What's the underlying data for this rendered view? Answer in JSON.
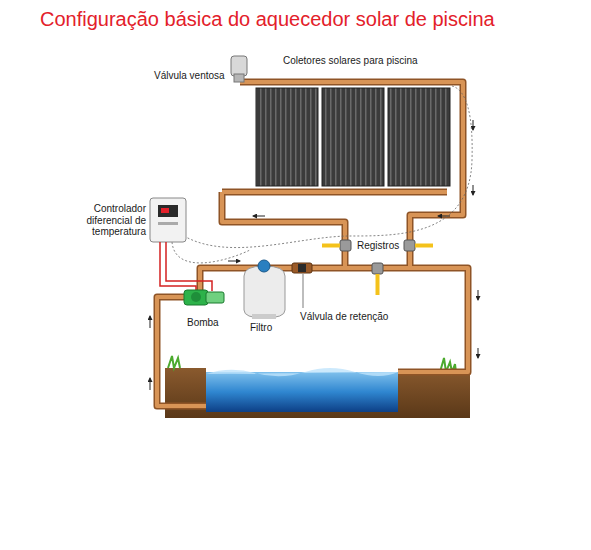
{
  "diagram": {
    "title": "Configuração básica do aquecedor solar de piscina",
    "labels": [
      "Coletores solares para piscina",
      "Válvula ventosa",
      "Controlador diferencial de temperatura",
      "Registros",
      "Válvula de retenção",
      "Bomba",
      "Filtro"
    ]
  }
}
